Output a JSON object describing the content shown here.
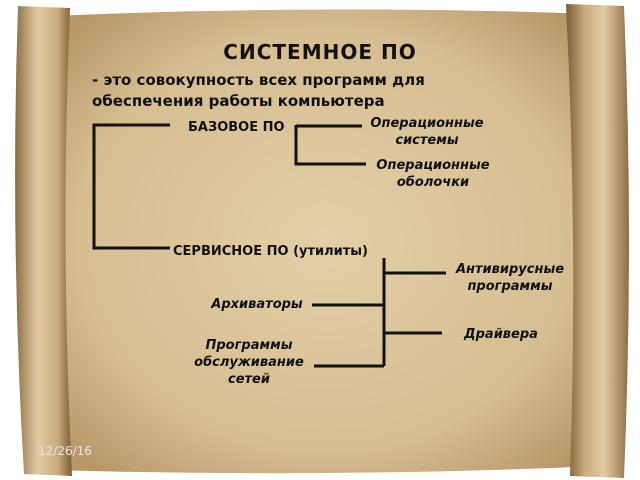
{
  "title": "СИСТЕМНОЕ  ПО",
  "definition": "- это совокупность всех программ для обеспечения работы компьютера",
  "base": {
    "label": "БАЗОВОЕ ПО",
    "children": [
      "Операционные системы",
      "Операционные оболочки"
    ]
  },
  "service": {
    "label": "СЕРВИСНОЕ ПО (утилиты)",
    "children_right": [
      "Антивирусные программы",
      "Драйвера"
    ],
    "children_left": [
      "Архиваторы",
      "Программы обслуживание сетей"
    ]
  },
  "date": "12/26/16",
  "colors": {
    "parchment": "#d9c39b",
    "parchment_dark": "#b8996a",
    "ink": "#111111"
  }
}
